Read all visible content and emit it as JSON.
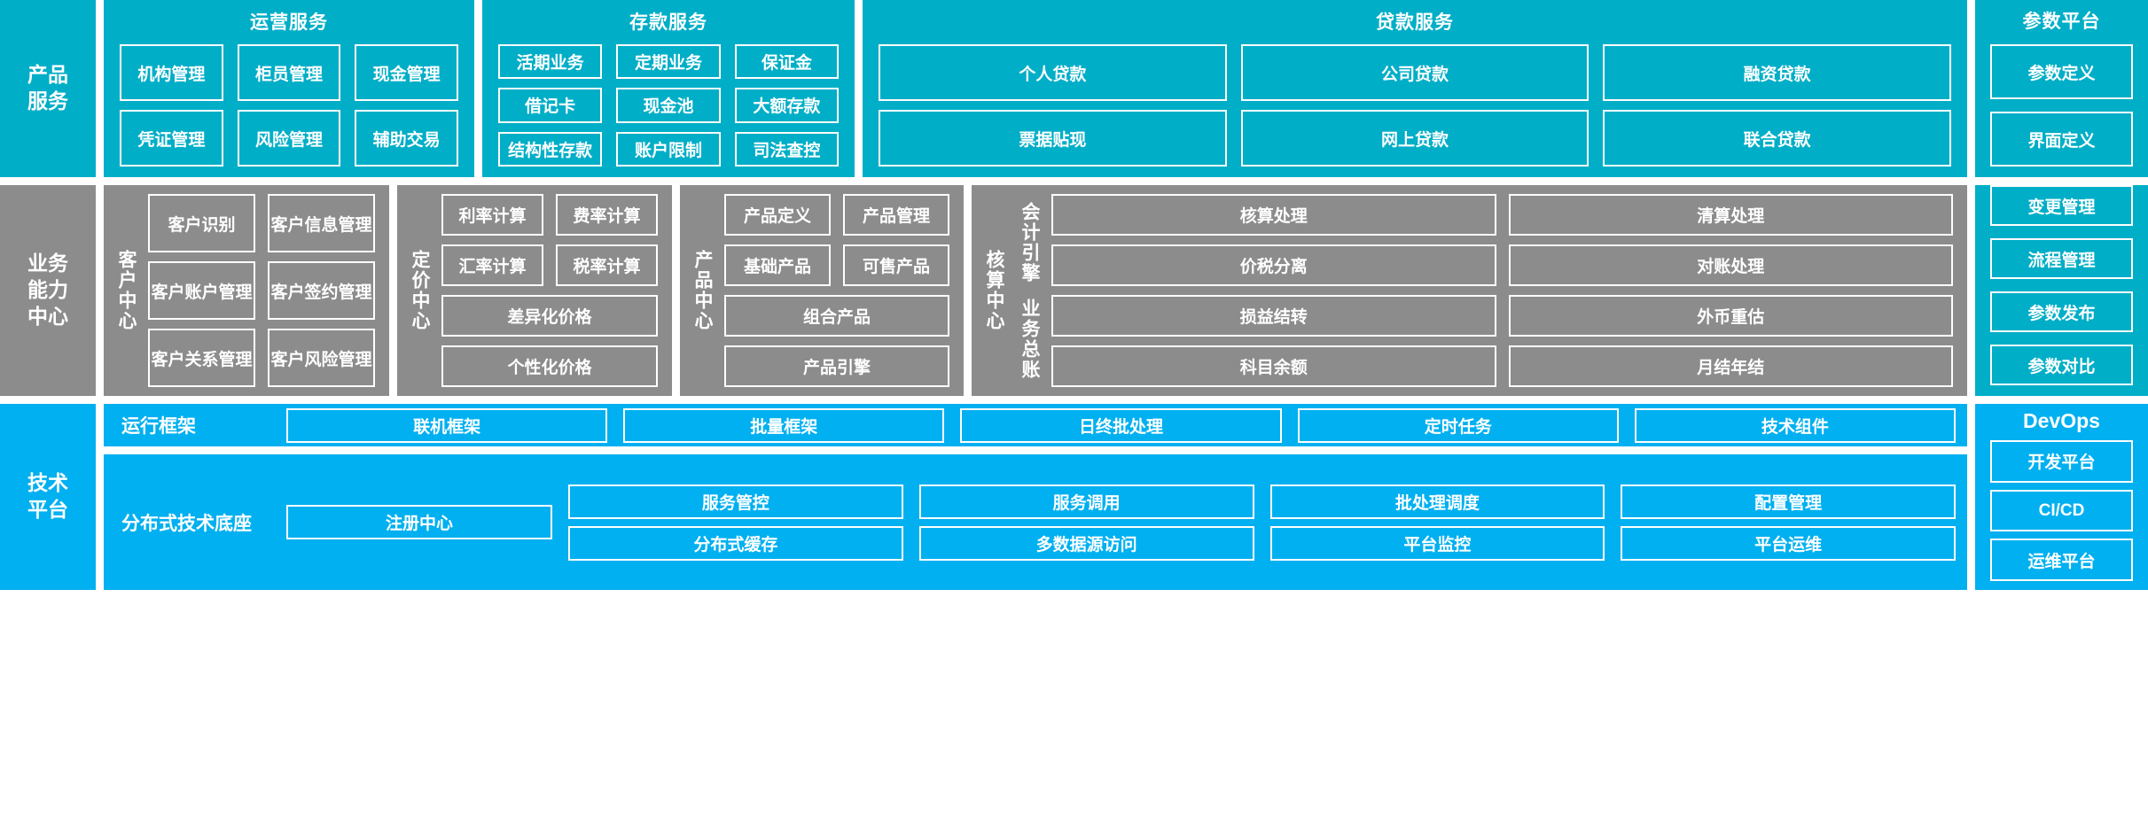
{
  "layers": {
    "product_service": "产品\n服务",
    "business_capability": "业务\n能力\n中心",
    "technical_platform": "技术\n平台"
  },
  "product_service": {
    "operation": {
      "title": "运营服务",
      "rows": [
        [
          "机构管理",
          "柜员管理",
          "现金管理"
        ],
        [
          "凭证管理",
          "风险管理",
          "辅助交易"
        ]
      ]
    },
    "deposit": {
      "title": "存款服务",
      "rows": [
        [
          "活期业务",
          "定期业务",
          "保证金"
        ],
        [
          "借记卡",
          "现金池",
          "大额存款"
        ],
        [
          "结构性存款",
          "账户限制",
          "司法查控"
        ]
      ]
    },
    "loan": {
      "title": "贷款服务",
      "rows": [
        [
          "个人贷款",
          "公司贷款",
          "融资贷款"
        ],
        [
          "票据贴现",
          "网上贷款",
          "联合贷款"
        ]
      ]
    }
  },
  "param_platform": {
    "title": "参数平台",
    "items": [
      "参数定义",
      "界面定义",
      "变更管理",
      "流程管理",
      "参数发布",
      "参数对比"
    ]
  },
  "business_capability": {
    "customer": {
      "label": "客户中心",
      "rows": [
        [
          "客户识别",
          "客户信息管理"
        ],
        [
          "客户账户管理",
          "客户签约管理"
        ],
        [
          "客户关系管理",
          "客户风险管理"
        ]
      ]
    },
    "pricing": {
      "label": "定价中心",
      "rows": [
        [
          "利率计算",
          "费率计算"
        ],
        [
          "汇率计算",
          "税率计算"
        ],
        [
          "差异化价格"
        ],
        [
          "个性化价格"
        ]
      ]
    },
    "product": {
      "label": "产品中心",
      "rows": [
        [
          "产品定义",
          "产品管理"
        ],
        [
          "基础产品",
          "可售产品"
        ],
        [
          "组合产品"
        ],
        [
          "产品引擎"
        ]
      ]
    },
    "accounting": {
      "label": "核算中心",
      "sub_label_top": "会计引擎",
      "sub_label_bottom": "业务总账",
      "rows": [
        [
          "核算处理",
          "清算处理"
        ],
        [
          "价税分离",
          "对账处理"
        ],
        [
          "损益结转",
          "外币重估"
        ],
        [
          "科目余额",
          "月结年结"
        ]
      ]
    }
  },
  "technical_platform": {
    "runtime": {
      "label": "运行框架",
      "items": [
        "联机框架",
        "批量框架",
        "日终批处理",
        "定时任务",
        "技术组件"
      ]
    },
    "foundation": {
      "label": "分布式技术底座",
      "registry": "注册中心",
      "rows": [
        [
          "服务管控",
          "服务调用",
          "批处理调度",
          "配置管理"
        ],
        [
          "分布式缓存",
          "多数据源访问",
          "平台监控",
          "平台运维"
        ]
      ]
    }
  },
  "devops": {
    "title": "DevOps",
    "items": [
      "开发平台",
      "CI/CD",
      "运维平台"
    ]
  },
  "colors": {
    "teal": "#00AEC7",
    "gray": "#8C8C8C",
    "bright_blue": "#00B0F0",
    "border": "#FFFFFF"
  }
}
